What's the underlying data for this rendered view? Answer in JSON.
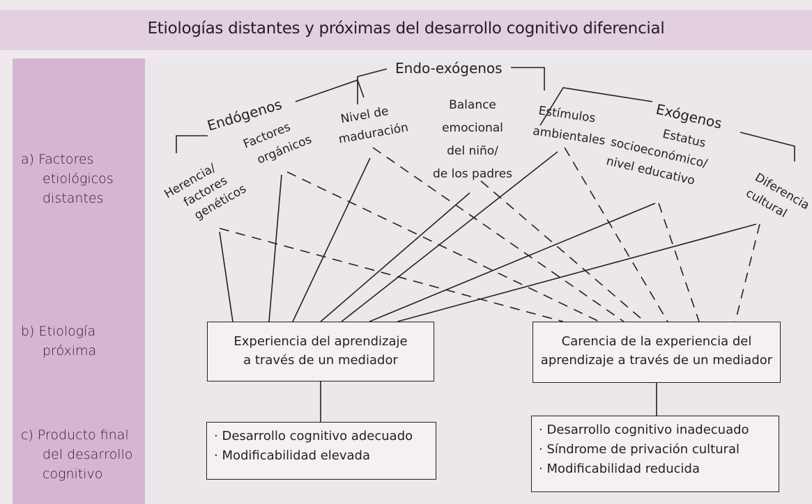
{
  "title": "Etiologías distantes y próximas del desarrollo cognitivo diferencial",
  "rows": {
    "a": [
      "a) Factores",
      "etiológicos",
      "distantes"
    ],
    "b": [
      "b) Etiología",
      "próxima"
    ],
    "c": [
      "c) Producto final",
      "del desarrollo",
      "cognitivo"
    ]
  },
  "groups": {
    "endogenos": "Endógenos",
    "endo_exogenos": "Endo-exógenos",
    "exogenos": "Exógenos"
  },
  "factors": {
    "herencia": [
      "Herencia/",
      "factores",
      "genéticos"
    ],
    "organicos": [
      "Factores",
      "orgánicos"
    ],
    "maduracion": [
      "Nivel de",
      "maduración"
    ],
    "balance": [
      "Balance",
      "emocional",
      "del niño/",
      "de los padres"
    ],
    "estimulos": [
      "Estímulos",
      "ambientales"
    ],
    "estatus": [
      "Estatus",
      "socioeconómico/",
      "nivel educativo"
    ],
    "diferencia": [
      "Diferencia",
      "cultural"
    ]
  },
  "proximal": {
    "mediated": [
      "Experiencia del aprendizaje",
      "a través de un mediador"
    ],
    "lack": [
      "Carencia de la experiencia del",
      "aprendizaje a través de un mediador"
    ]
  },
  "outcomes": {
    "adequate": [
      "Desarrollo cognitivo adecuado",
      "Modificabilidad elevada"
    ],
    "inadequate": [
      "Desarrollo cognitivo inadecuado",
      "Síndrome de privación cultural",
      "Modificabilidad reducida"
    ]
  }
}
